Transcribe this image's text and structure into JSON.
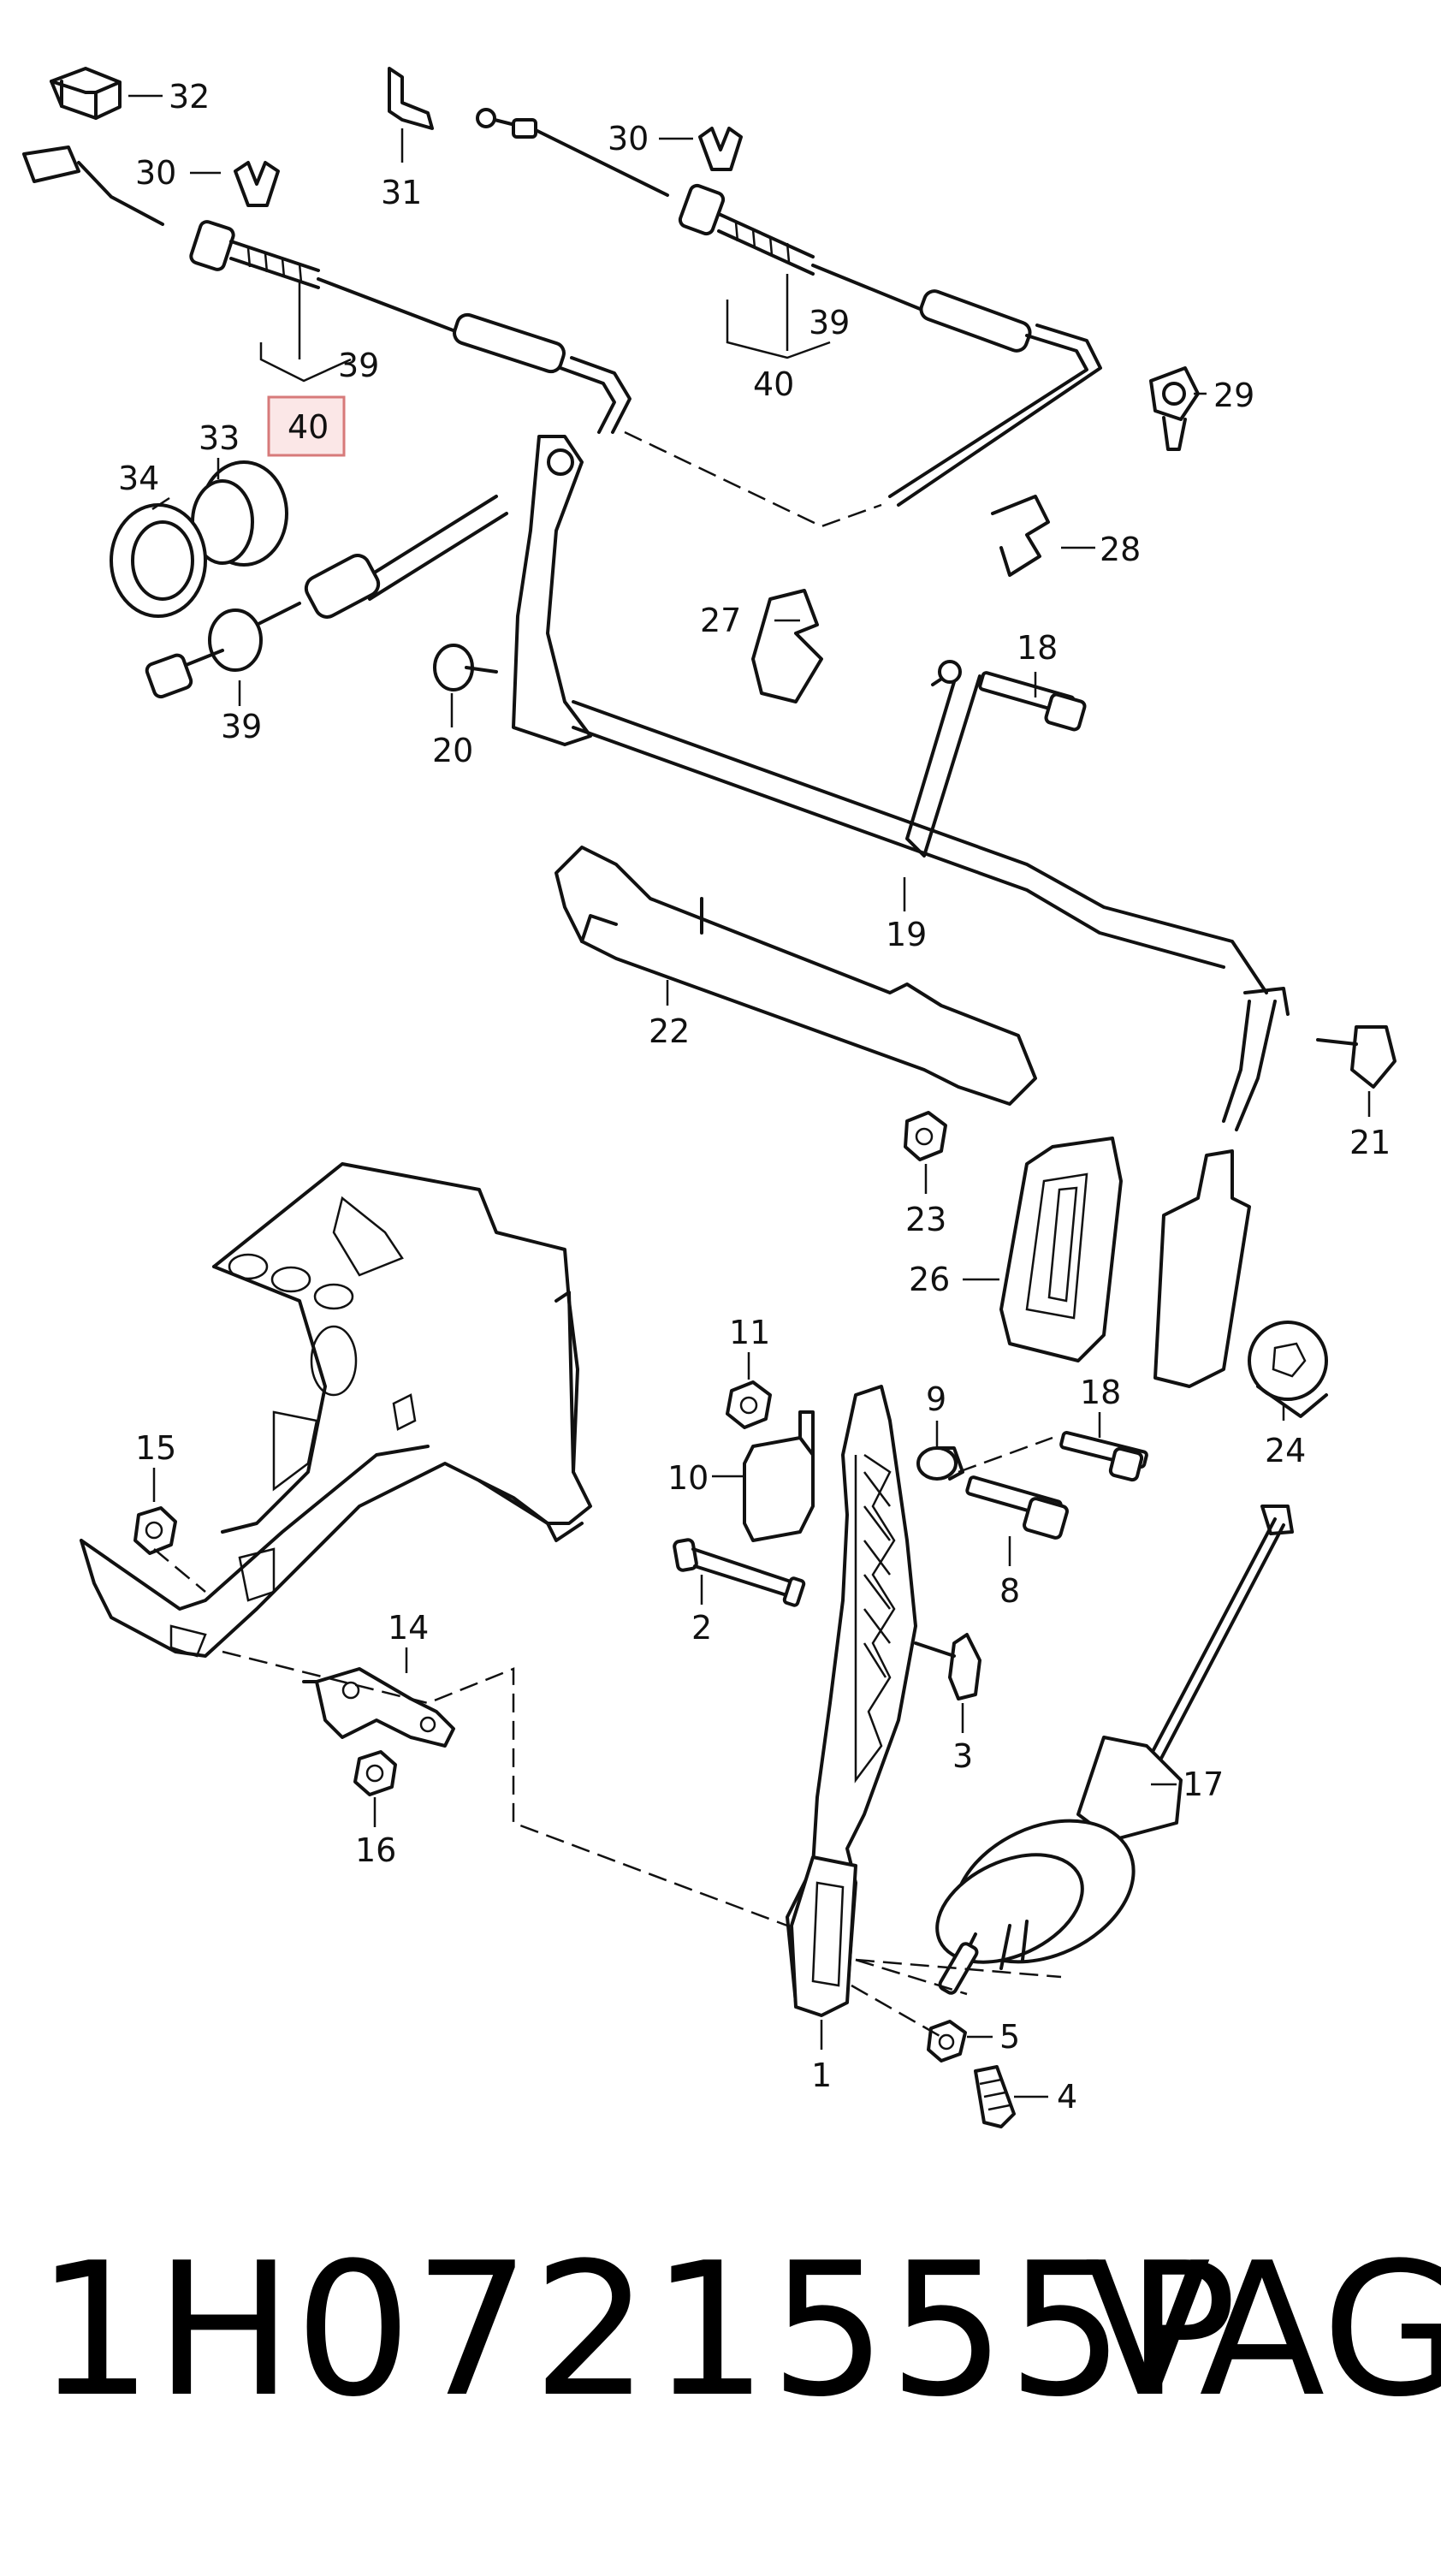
{
  "diagram": {
    "callouts": [
      {
        "label": "32"
      },
      {
        "label": "31"
      },
      {
        "label": "30"
      },
      {
        "label": "30"
      },
      {
        "label": "39"
      },
      {
        "label": "40"
      },
      {
        "label": "39"
      },
      {
        "label": "40"
      },
      {
        "label": "29"
      },
      {
        "label": "33"
      },
      {
        "label": "34"
      },
      {
        "label": "28"
      },
      {
        "label": "39"
      },
      {
        "label": "27"
      },
      {
        "label": "18"
      },
      {
        "label": "20"
      },
      {
        "label": "19"
      },
      {
        "label": "22"
      },
      {
        "label": "21"
      },
      {
        "label": "23"
      },
      {
        "label": "26"
      },
      {
        "label": "11"
      },
      {
        "label": "9"
      },
      {
        "label": "18"
      },
      {
        "label": "15"
      },
      {
        "label": "10"
      },
      {
        "label": "24"
      },
      {
        "label": "8"
      },
      {
        "label": "2"
      },
      {
        "label": "14"
      },
      {
        "label": "3"
      },
      {
        "label": "17"
      },
      {
        "label": "16"
      },
      {
        "label": "5"
      },
      {
        "label": "4"
      },
      {
        "label": "1"
      }
    ],
    "highlighted_label": "40"
  },
  "footer": {
    "part_number": "1H0721555P",
    "brand": "VAG"
  }
}
